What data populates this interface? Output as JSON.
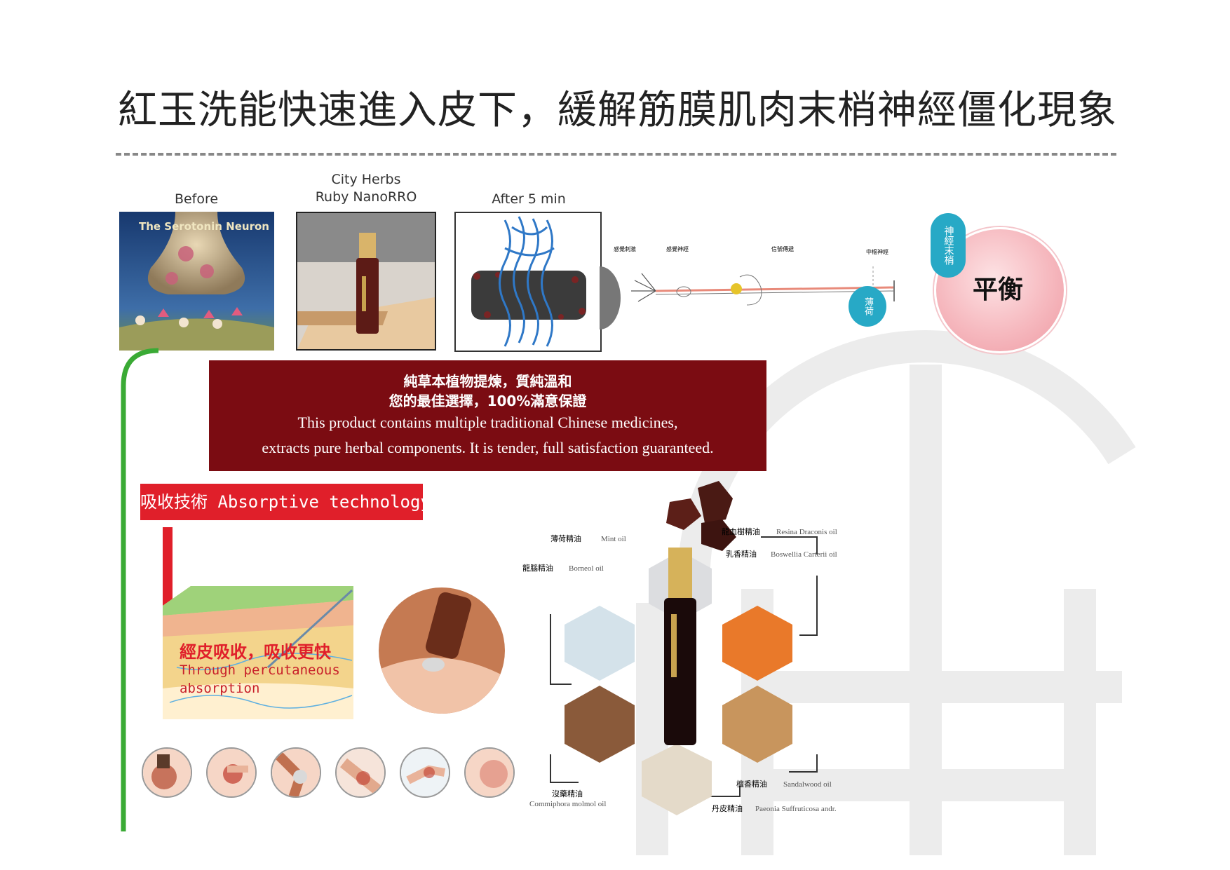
{
  "title": "紅玉洗能快速進入皮下，緩解筋膜肌肉末梢神經僵化現象",
  "captions": {
    "before": "Before",
    "ruby_line1": "City Herbs",
    "ruby_line2": "Ruby NanoRRO",
    "after": "After 5 min"
  },
  "before_image_label": "The Serotonin Neuron",
  "balance": {
    "label": "平衡",
    "nerve_bubble": "神經末梢",
    "mint_bubble": "薄荷"
  },
  "banner": {
    "zh_line1": "純草本植物提煉，質純溫和",
    "zh_line2": "您的最佳選擇，100%滿意保證",
    "en_line1": "This product contains multiple traditional Chinese medicines,",
    "en_line2": "extracts pure herbal components. It is tender, full satisfaction guaranteed."
  },
  "absorption": {
    "badge": "吸收技術 Absorptive technology",
    "skin_zh": "經皮吸收，吸收更快",
    "skin_en_line1": "Through percutaneous",
    "skin_en_line2": "absorption"
  },
  "herbs": [
    {
      "zh": "薄荷精油",
      "en": "Mint oil"
    },
    {
      "zh": "龍腦精油",
      "en": "Borneol oil"
    },
    {
      "zh": "龍血樹精油",
      "en": "Resina Draconis oil"
    },
    {
      "zh": "乳香精油",
      "en": "Boswellia Carterii oil"
    },
    {
      "zh": "沒藥精油",
      "en": "Commiphora molmol oil"
    },
    {
      "zh": "檀香精油",
      "en": "Sandalwood oil"
    },
    {
      "zh": "丹皮精油",
      "en": "Paeonia Suffruticosa andr."
    }
  ],
  "colors": {
    "banner": "#7b0c12",
    "badge": "#e01f2a",
    "bracket": "#3aaa35",
    "bubble": "#27a9c6",
    "balance": "#f6b9bf"
  }
}
